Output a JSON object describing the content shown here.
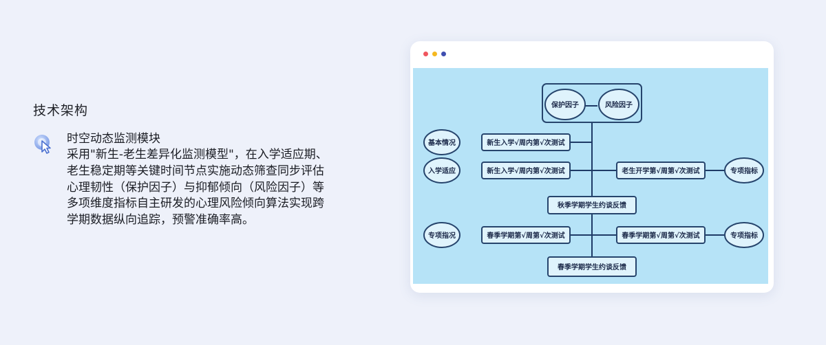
{
  "section": {
    "title": "技术架构"
  },
  "feature": {
    "icon": "cursor-click-icon",
    "title": "时空动态监测模块",
    "description": "采用\"新生-老生差异化监测模型\"，在入学适应期、老生稳定期等关键时间节点实施动态筛查同步评估心理韧性（保护因子）与抑郁倾向（风险因子）等多项维度指标自主研发的心理风险倾向算法实现跨学期数据纵向追踪，预警准确率高。"
  },
  "window": {
    "dot_colors": [
      "#f0565e",
      "#f5b820",
      "#3f4fb0"
    ]
  },
  "diagram": {
    "colors": {
      "background": "#b6e3f7",
      "node_fill": "#dff3fc",
      "node_stroke": "#26446c",
      "line": "#1e3a66"
    },
    "factor_protective": "保护因子",
    "factor_risk": "风险因子",
    "ovals": {
      "basic_info": "基本情况",
      "enrollment_adaptation": "入学适应",
      "special_status_left": "专项指况",
      "special_index_right_1": "专项指标",
      "special_index_right_2": "专项指标"
    },
    "boxes": {
      "freshman_test_1": "新生入学√周内第√次测试",
      "freshman_test_2": "新生入学√周内第√次测试",
      "senior_test": "老生开学第√周第√次测试",
      "autumn_feedback": "秋季学期学生约谈反馈",
      "spring_test_1": "春季学期第√周第√次测试",
      "spring_test_2": "春季学期第√周第√次测试",
      "spring_feedback": "春季学期学生约谈反馈"
    }
  }
}
